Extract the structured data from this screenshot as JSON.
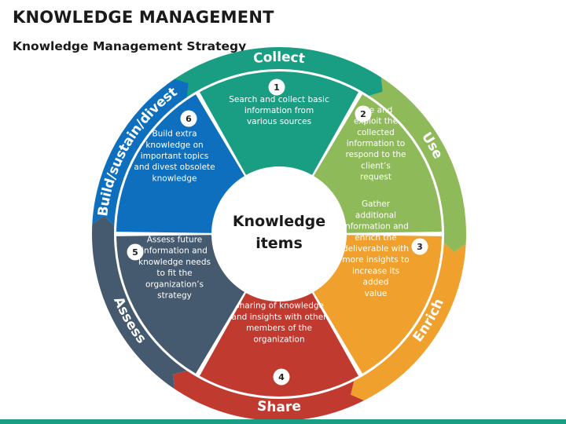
{
  "header": {
    "title": "KNOWLEDGE MANAGEMENT",
    "subtitle": "Knowledge Management Strategy"
  },
  "center": {
    "lines": [
      "Knowledge",
      "items"
    ]
  },
  "segments": [
    {
      "id": "collect",
      "number": "1",
      "label": "Collect",
      "color": "#1a9e83",
      "text": [
        "Search and collect basic",
        "information from",
        "various sources"
      ]
    },
    {
      "id": "use",
      "number": "2",
      "label": "Use",
      "color": "#8fba5a",
      "text": [
        "Use and",
        "exploit the",
        "collected",
        "information to",
        "respond to the",
        "client’s",
        "request"
      ]
    },
    {
      "id": "enrich",
      "number": "3",
      "label": "Enrich",
      "color": "#f0a02c",
      "text": [
        "Gather",
        "additional",
        "information and",
        "enrich the",
        "deliverable with",
        "more insights to",
        "increase its",
        "added",
        "value"
      ]
    },
    {
      "id": "share",
      "number": "4",
      "label": "Share",
      "color": "#c13a2f",
      "text": [
        "Sharing of knowledge",
        "and insights with other",
        "members of the",
        "organization"
      ]
    },
    {
      "id": "assess",
      "number": "5",
      "label": "Assess",
      "color": "#455a6e",
      "text": [
        "Assess future",
        "information and",
        "knowledge needs",
        "to fit the",
        "organization’s",
        "strategy"
      ]
    },
    {
      "id": "build",
      "number": "6",
      "label": "Build/sustain/divest",
      "color": "#0d6fbd",
      "text": [
        "Build extra",
        "knowledge on",
        "important topics",
        "and divest obsolete",
        "knowledge"
      ]
    }
  ],
  "colors": {
    "background": "#ffffff",
    "ring_label": "#ffffff",
    "number_badge": "#ffffff"
  }
}
